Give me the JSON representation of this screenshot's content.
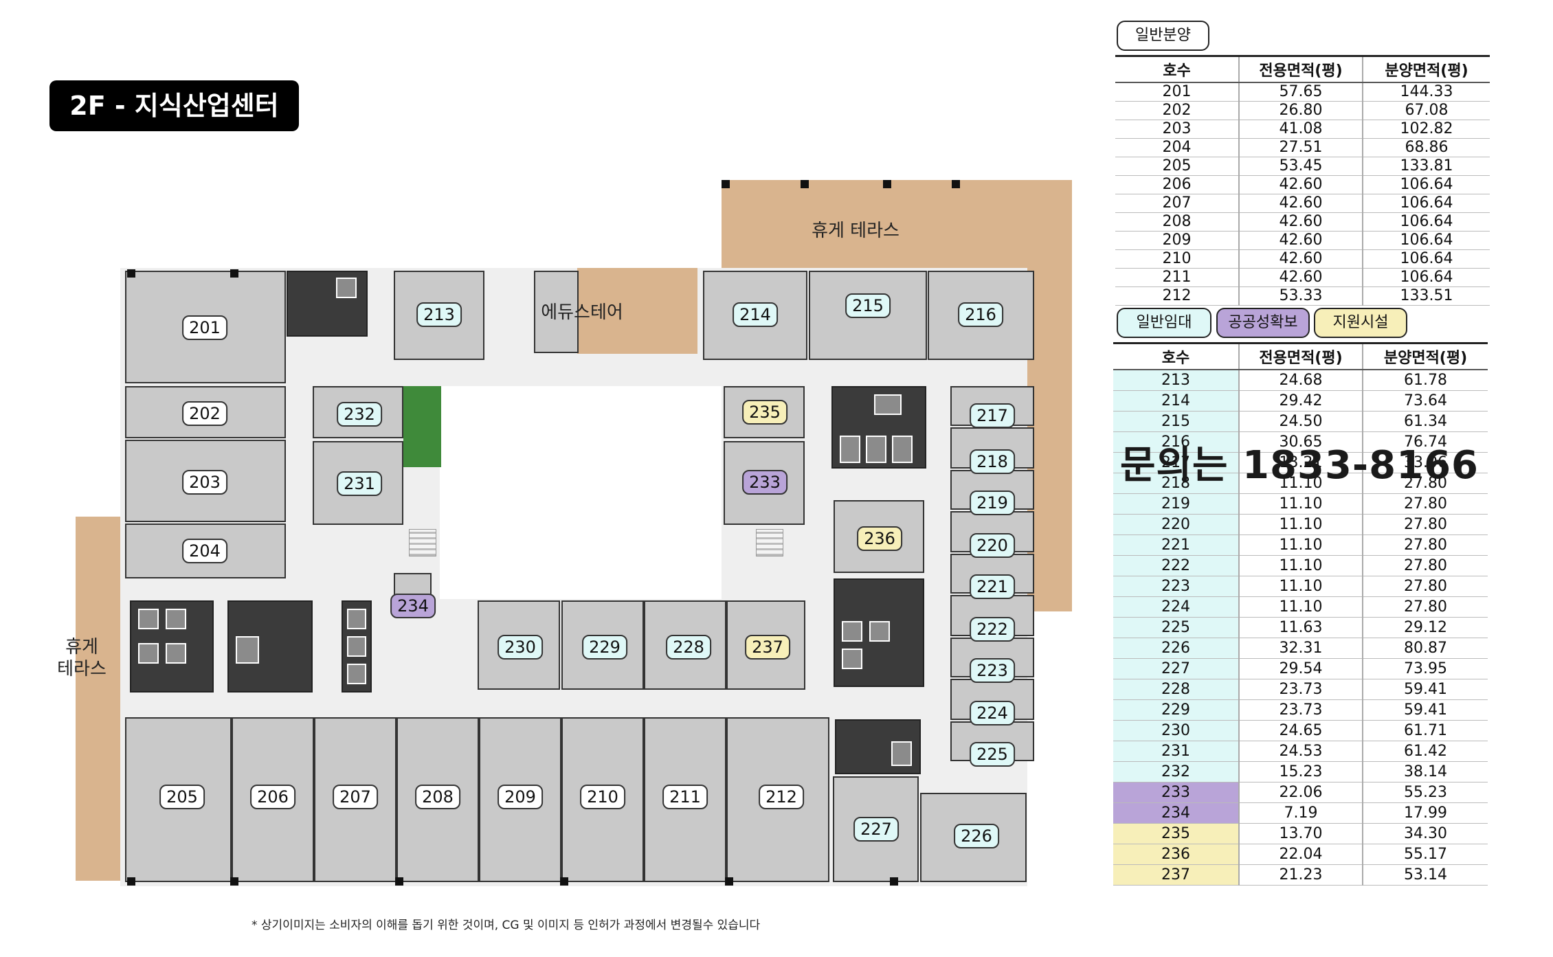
{
  "title": "2F - 지식산업센터",
  "plan": {
    "terrace_top": "휴게 테라스",
    "terrace_left_line1": "휴게",
    "terrace_left_line2": "테라스",
    "edustore": "에듀스테어",
    "rooms": [
      {
        "id": "201",
        "style": "white"
      },
      {
        "id": "202",
        "style": "white"
      },
      {
        "id": "203",
        "style": "white"
      },
      {
        "id": "204",
        "style": "white"
      },
      {
        "id": "205",
        "style": "white"
      },
      {
        "id": "206",
        "style": "white"
      },
      {
        "id": "207",
        "style": "white"
      },
      {
        "id": "208",
        "style": "white"
      },
      {
        "id": "209",
        "style": "white"
      },
      {
        "id": "210",
        "style": "white"
      },
      {
        "id": "211",
        "style": "white"
      },
      {
        "id": "212",
        "style": "white"
      },
      {
        "id": "213",
        "style": "cyan"
      },
      {
        "id": "214",
        "style": "cyan"
      },
      {
        "id": "215",
        "style": "cyan"
      },
      {
        "id": "216",
        "style": "cyan"
      },
      {
        "id": "217",
        "style": "cyan"
      },
      {
        "id": "218",
        "style": "cyan"
      },
      {
        "id": "219",
        "style": "cyan"
      },
      {
        "id": "220",
        "style": "cyan"
      },
      {
        "id": "221",
        "style": "cyan"
      },
      {
        "id": "222",
        "style": "cyan"
      },
      {
        "id": "223",
        "style": "cyan"
      },
      {
        "id": "224",
        "style": "cyan"
      },
      {
        "id": "225",
        "style": "cyan"
      },
      {
        "id": "226",
        "style": "cyan"
      },
      {
        "id": "227",
        "style": "cyan"
      },
      {
        "id": "228",
        "style": "cyan"
      },
      {
        "id": "229",
        "style": "cyan"
      },
      {
        "id": "230",
        "style": "cyan"
      },
      {
        "id": "231",
        "style": "cyan"
      },
      {
        "id": "232",
        "style": "cyan"
      },
      {
        "id": "233",
        "style": "purple"
      },
      {
        "id": "234",
        "style": "purple"
      },
      {
        "id": "235",
        "style": "yellow"
      },
      {
        "id": "236",
        "style": "yellow"
      },
      {
        "id": "237",
        "style": "yellow"
      }
    ]
  },
  "sale": {
    "tag": "일반분양",
    "headers": [
      "호수",
      "전용면적(평)",
      "분양면적(평)"
    ],
    "rows": [
      [
        "201",
        "57.65",
        "144.33"
      ],
      [
        "202",
        "26.80",
        "67.08"
      ],
      [
        "203",
        "41.08",
        "102.82"
      ],
      [
        "204",
        "27.51",
        "68.86"
      ],
      [
        "205",
        "53.45",
        "133.81"
      ],
      [
        "206",
        "42.60",
        "106.64"
      ],
      [
        "207",
        "42.60",
        "106.64"
      ],
      [
        "208",
        "42.60",
        "106.64"
      ],
      [
        "209",
        "42.60",
        "106.64"
      ],
      [
        "210",
        "42.60",
        "106.64"
      ],
      [
        "211",
        "42.60",
        "106.64"
      ],
      [
        "212",
        "53.33",
        "133.51"
      ]
    ]
  },
  "rent": {
    "tags": [
      "일반임대",
      "공공성확보",
      "지원시설"
    ],
    "tag_colors": [
      "#dff8f7",
      "#b9a4d8",
      "#f7efb9"
    ],
    "headers": [
      "호수",
      "전용면적(평)",
      "분양면적(평)"
    ],
    "rows": [
      [
        "213",
        "24.68",
        "61.78",
        "cyan"
      ],
      [
        "214",
        "29.42",
        "73.64",
        "cyan"
      ],
      [
        "215",
        "24.50",
        "61.34",
        "cyan"
      ],
      [
        "216",
        "30.65",
        "76.74",
        "cyan"
      ],
      [
        "217",
        "13.21",
        "33.06",
        "cyan"
      ],
      [
        "218",
        "11.10",
        "27.80",
        "cyan"
      ],
      [
        "219",
        "11.10",
        "27.80",
        "cyan"
      ],
      [
        "220",
        "11.10",
        "27.80",
        "cyan"
      ],
      [
        "221",
        "11.10",
        "27.80",
        "cyan"
      ],
      [
        "222",
        "11.10",
        "27.80",
        "cyan"
      ],
      [
        "223",
        "11.10",
        "27.80",
        "cyan"
      ],
      [
        "224",
        "11.10",
        "27.80",
        "cyan"
      ],
      [
        "225",
        "11.63",
        "29.12",
        "cyan"
      ],
      [
        "226",
        "32.31",
        "80.87",
        "cyan"
      ],
      [
        "227",
        "29.54",
        "73.95",
        "cyan"
      ],
      [
        "228",
        "23.73",
        "59.41",
        "cyan"
      ],
      [
        "229",
        "23.73",
        "59.41",
        "cyan"
      ],
      [
        "230",
        "24.65",
        "61.71",
        "cyan"
      ],
      [
        "231",
        "24.53",
        "61.42",
        "cyan"
      ],
      [
        "232",
        "15.23",
        "38.14",
        "cyan"
      ],
      [
        "233",
        "22.06",
        "55.23",
        "purple"
      ],
      [
        "234",
        "7.19",
        "17.99",
        "purple"
      ],
      [
        "235",
        "13.70",
        "34.30",
        "yellow"
      ],
      [
        "236",
        "22.04",
        "55.17",
        "yellow"
      ],
      [
        "237",
        "21.23",
        "53.14",
        "yellow"
      ]
    ]
  },
  "phone_text": "문의는 1833-8166",
  "disclaimer": "* 상기이미지는 소비자의 이해를 돕기 위한 것이며, CG 및 이미지 등 인허가 과정에서 변경될수 있습니다"
}
